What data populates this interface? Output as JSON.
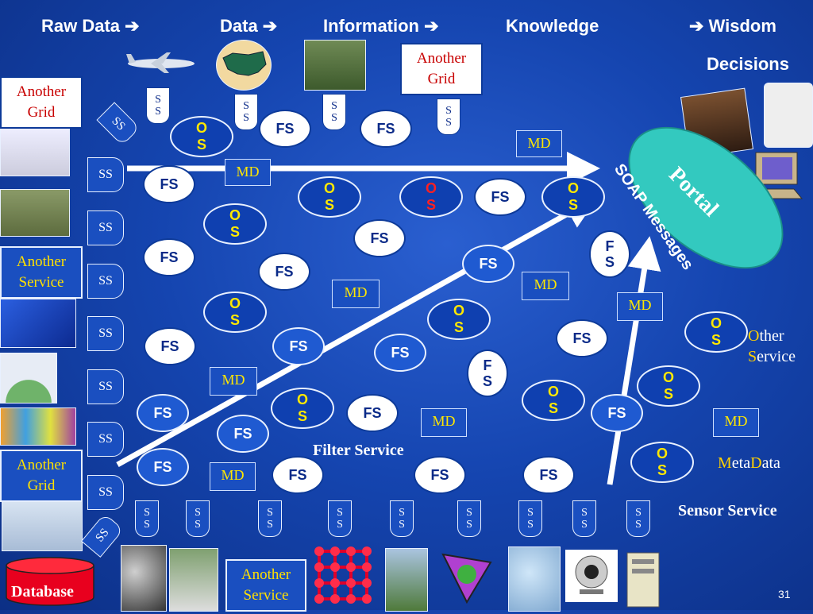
{
  "header": {
    "raw_data": "Raw Data ➔",
    "data": "Data ➔",
    "information": "Information ➔",
    "knowledge": "Knowledge",
    "wisdom": "➔ Wisdom",
    "decisions": "Decisions"
  },
  "boxes": {
    "another_grid_top_left": "Another Grid",
    "another_grid_top": "Another Grid",
    "another_service_left": "Another Service",
    "another_grid_bottom_left": "Another Grid",
    "another_service_bottom": "Another Service",
    "database": "Database"
  },
  "portal": "Portal",
  "soap_messages": "SOAP Messages",
  "labels": {
    "filter_service": "Filter Service",
    "other_service_o": "O",
    "other_service_1": "ther",
    "other_service_s": "S",
    "other_service_2": "ervice",
    "metadata_m": "M",
    "metadata_1": "eta",
    "metadata_d": "D",
    "metadata_2": "ata",
    "sensor_service": "Sensor Service"
  },
  "node_text": {
    "fs": "FS",
    "f": "F",
    "s": "S",
    "o": "O",
    "md": "MD",
    "ss": "SS"
  },
  "page_number": "31",
  "colors": {
    "background": "#1545b0",
    "portal": "#33c9bf",
    "os_text": "#ffe800",
    "md_text": "#ffe700",
    "arrow": "#ffffff"
  }
}
